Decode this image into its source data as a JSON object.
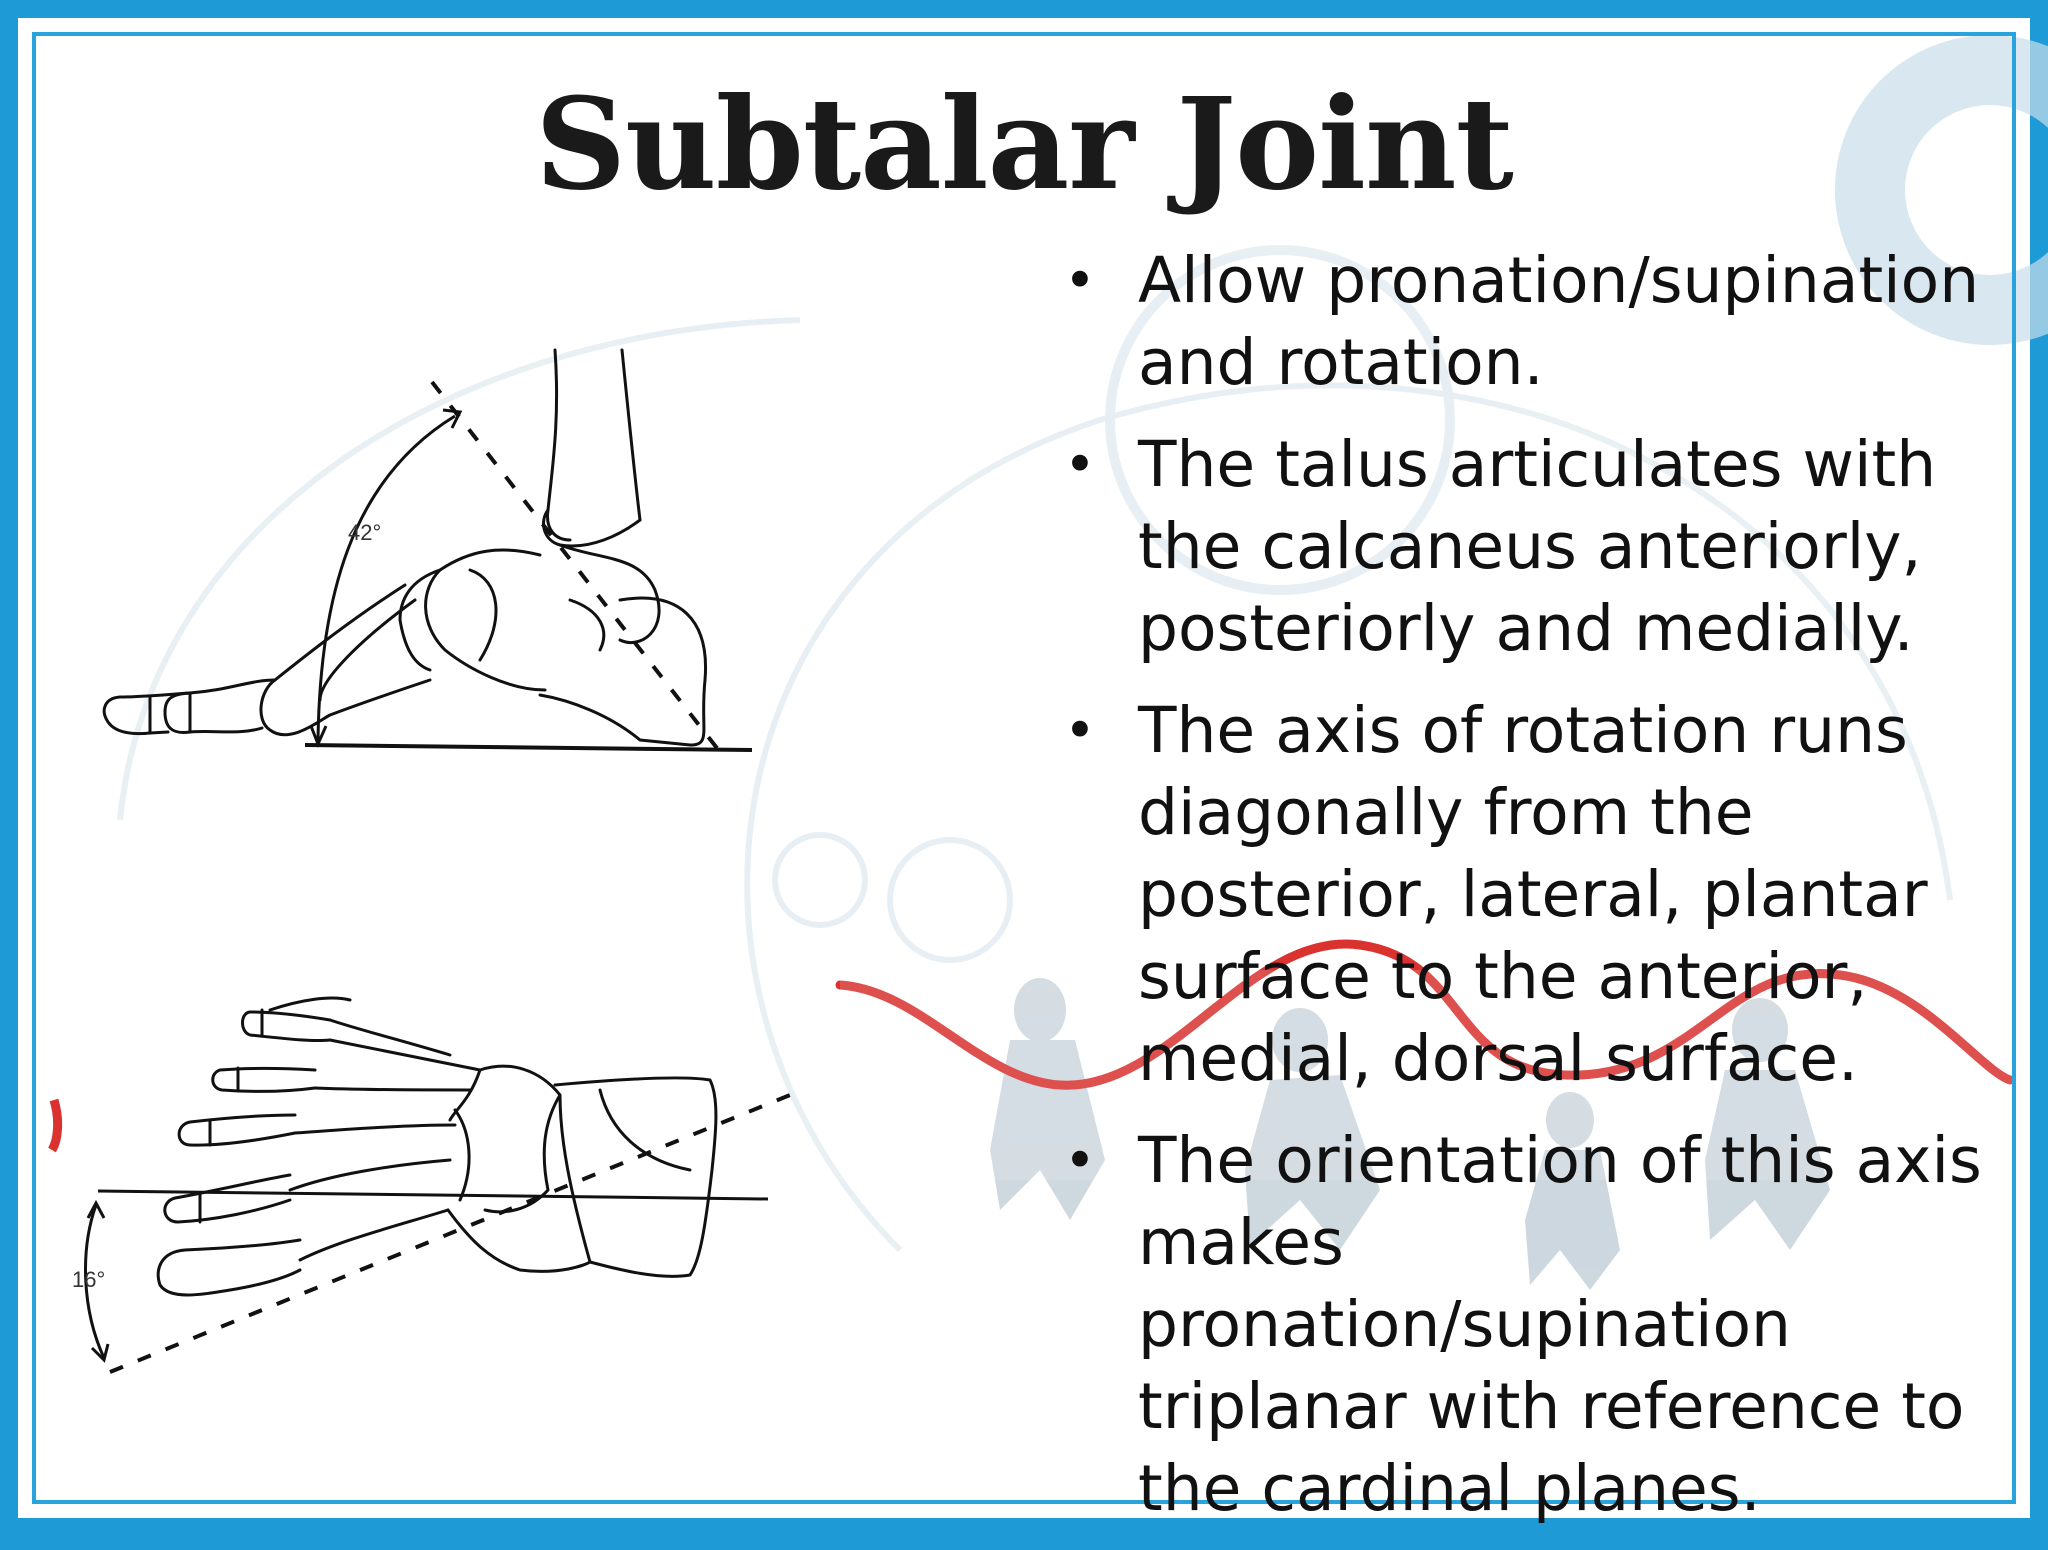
{
  "slide": {
    "title": "Subtalar Joint",
    "accent_color": "#1e9ad6",
    "bullets": [
      "Allow pronation/supination and rotation.",
      "The talus articulates with the calcaneus anteriorly, posteriorly and medially.",
      "The axis of rotation runs diagonally from the posterior, lateral, plantar surface to the anterior, medial, dorsal surface.",
      "The orientation of this axis makes pronation/supination triplanar with reference to the cardinal planes."
    ],
    "bullet_glyph": "•"
  },
  "figure_top": {
    "angle_label": "42°"
  },
  "figure_bottom": {
    "angle_label": "16°"
  }
}
